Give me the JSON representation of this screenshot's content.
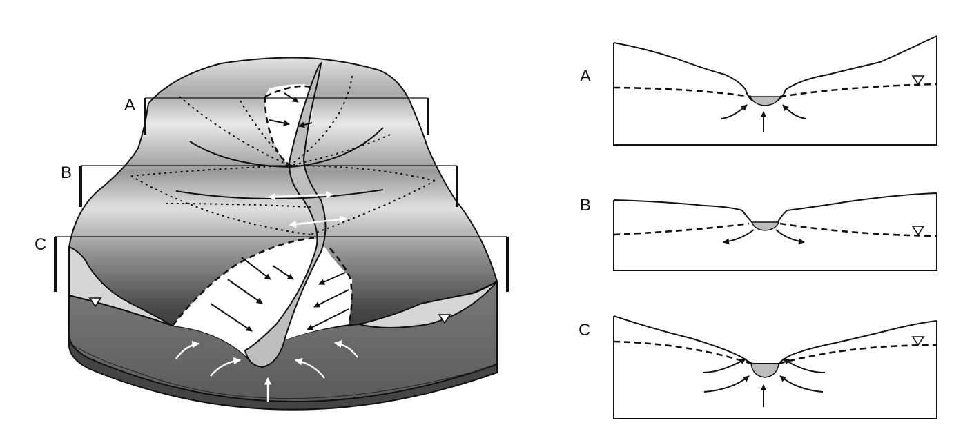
{
  "labels": {
    "block": {
      "a": "A",
      "b": "B",
      "c": "C"
    },
    "sections": [
      {
        "id": "a",
        "label": "A"
      },
      {
        "id": "b",
        "label": "B"
      },
      {
        "id": "c",
        "label": "C"
      }
    ]
  },
  "symbols": {
    "water_table": "water-table-triangle-icon"
  },
  "colors": {
    "stream": "#bdbdbd",
    "front_face": "#6b6b6b",
    "bottom_rim": "#444444",
    "water_table_wedge": "#d6d6d6",
    "surface_light": "#e4e4e4",
    "surface_dark": "#3a3a3a",
    "line": "#111111",
    "flow_white": "#ffffff"
  }
}
